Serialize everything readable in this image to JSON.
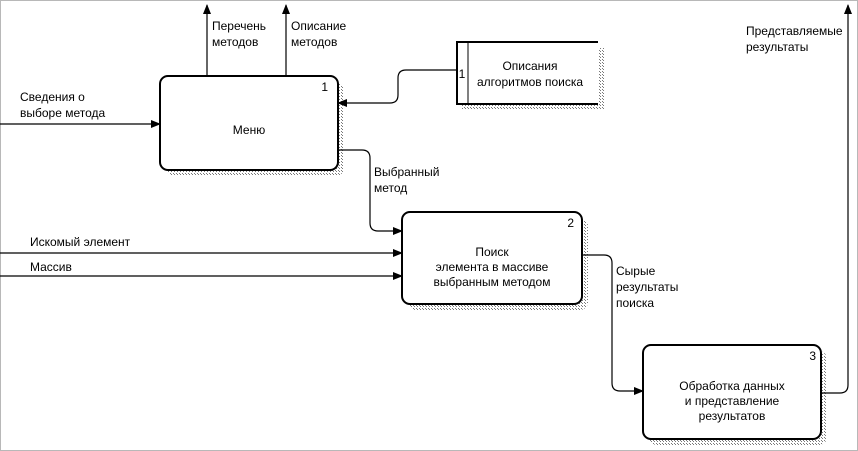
{
  "boxes": [
    {
      "id": "1",
      "number": "1",
      "label": [
        "Меню"
      ]
    },
    {
      "id": "2",
      "number": "2",
      "label": [
        "Поиск",
        "элемента в массиве",
        "выбранным методом"
      ]
    },
    {
      "id": "3",
      "number": "3",
      "label": [
        "Обработка данных",
        "и представление",
        "результатов"
      ]
    }
  ],
  "datastore": {
    "number": "1",
    "label": [
      "Описания",
      "алгоритмов поиска"
    ]
  },
  "arrows": {
    "method_list": [
      "Перечень",
      "методов"
    ],
    "description_methods": [
      "Описание",
      "методов"
    ],
    "method_selection": [
      "Сведения о",
      "выборе метода"
    ],
    "selected_method": [
      "Выбранный",
      "метод"
    ],
    "search_element": "Искомый элемент",
    "array": "Массив",
    "raw_results": [
      "Сырые",
      "результаты",
      "поиска"
    ],
    "presented_results": [
      "Представляемые",
      "результаты"
    ]
  }
}
